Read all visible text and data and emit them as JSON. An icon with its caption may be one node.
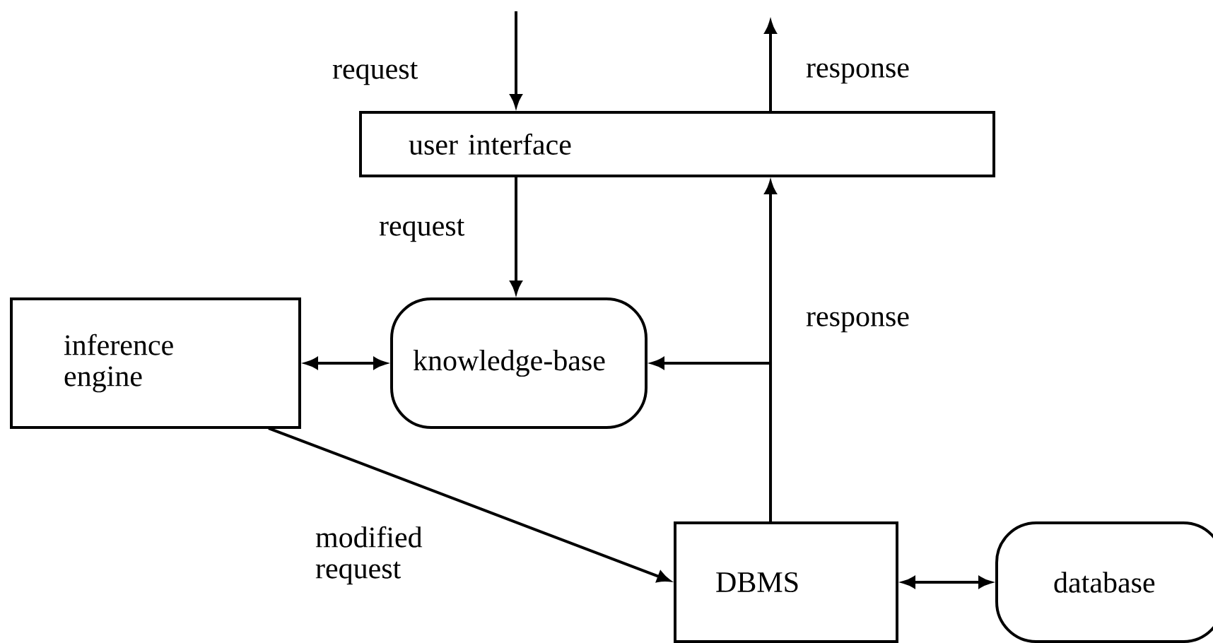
{
  "diagram": {
    "nodes": [
      {
        "text": [
          "user interface"
        ]
      },
      {
        "text": [
          "inference engine"
        ]
      },
      {
        "text": [
          "knowledge-base"
        ]
      },
      {
        "text": [
          "DBMS"
        ]
      },
      {
        "text": [
          "database"
        ]
      }
    ],
    "edges": [
      {
        "from": null,
        "to": 0,
        "arrow": "to",
        "label": "request"
      },
      {
        "from": 0,
        "to": null,
        "arrow": "to",
        "label": "response"
      },
      {
        "from": 0,
        "to": 2,
        "arrow": "to",
        "label": "request"
      },
      {
        "from": 1,
        "to": 2,
        "arrow": "both"
      },
      {
        "from": 3,
        "to": 0,
        "arrow": "to",
        "label": "response"
      },
      {
        "from": 3,
        "to": 2,
        "arrow": "to"
      },
      {
        "from": 1,
        "to": 3,
        "arrow": "to",
        "label": "modified request"
      },
      {
        "from": 3,
        "to": 4,
        "arrow": "both"
      }
    ]
  }
}
